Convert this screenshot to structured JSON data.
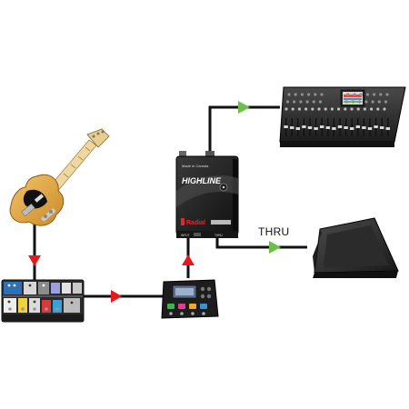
{
  "diagram": {
    "labels": {
      "thru": "THRU"
    },
    "device": {
      "brand": "Radial",
      "model": "HIGHLINE",
      "top_text": "Made in Canada",
      "input_label": "INPUT",
      "thru_label": "THRU"
    },
    "colors": {
      "cable": "#111111",
      "arrow_red": "#e8161d",
      "arrow_green": "#6cc04a",
      "brand_red": "#e3262d"
    }
  }
}
